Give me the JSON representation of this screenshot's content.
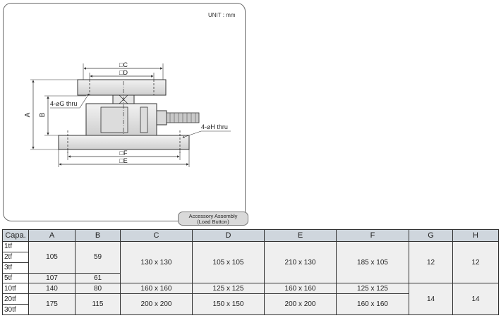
{
  "drawing": {
    "unit": "UNIT : mm",
    "accessory_line1": "Accessory Assembly",
    "accessory_line2": "(Load Button)",
    "dim_labels": {
      "C": "□C",
      "D": "□D",
      "A": "A",
      "B": "B",
      "G": "4-⌀G thru",
      "H": "4-⌀H thru",
      "F": "□F",
      "E": "□E"
    }
  },
  "table": {
    "headers": [
      "Capa.",
      "A",
      "B",
      "C",
      "D",
      "E",
      "F",
      "G",
      "H"
    ],
    "cap": [
      "1tf",
      "2tf",
      "3tf",
      "5tf",
      "10tf",
      "20tf",
      "30tf"
    ],
    "A": [
      "105",
      "107",
      "140",
      "175"
    ],
    "B": [
      "59",
      "61",
      "80",
      "115"
    ],
    "C": [
      "130 x 130",
      "160 x 160",
      "200 x 200"
    ],
    "D": [
      "105 x 105",
      "125 x 125",
      "150 x 150"
    ],
    "E": [
      "210 x 130",
      "160 x 160",
      "200 x 200"
    ],
    "F": [
      "185 x 105",
      "125 x 125",
      "160 x 160"
    ],
    "G": [
      "12",
      "14"
    ],
    "H": [
      "12",
      "14"
    ]
  }
}
